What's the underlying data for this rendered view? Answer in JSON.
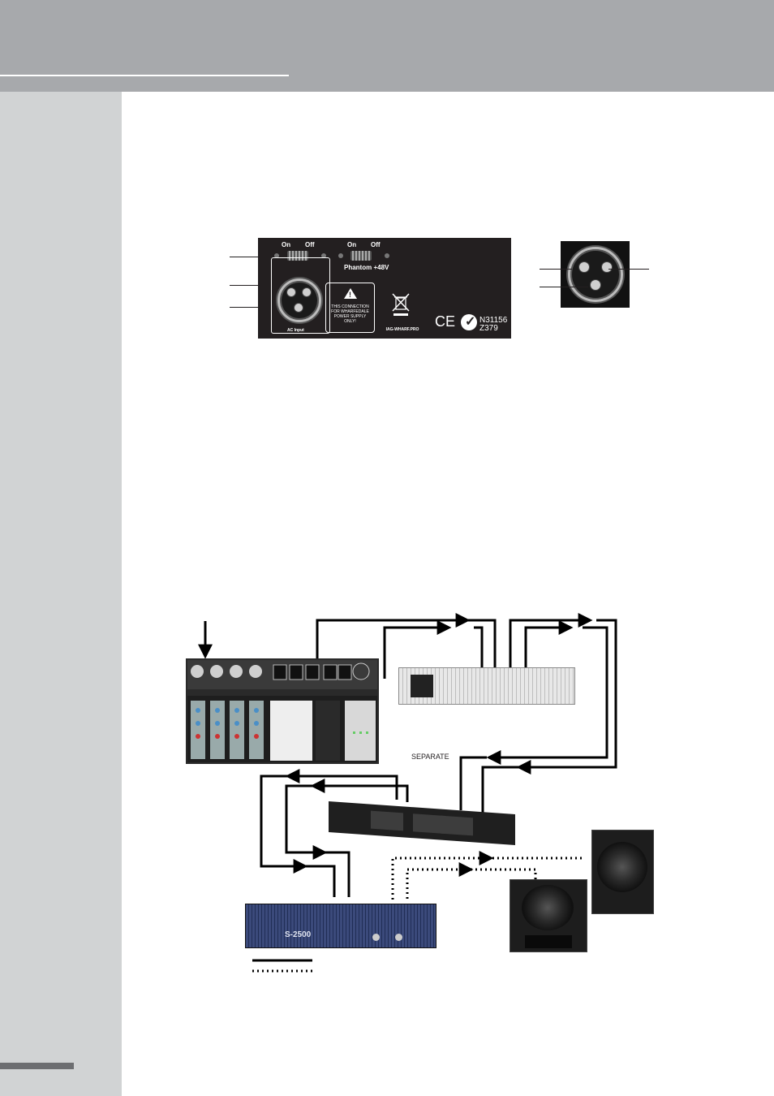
{
  "rear_panel": {
    "switch1_on": "On",
    "switch1_off": "Off",
    "switch2_on": "On",
    "switch2_off": "Off",
    "phantom_label": "Phantom +48V",
    "ac_input_label": "AC Input",
    "warning_text": "THIS CONNECTION FOR WHARFEDALE POWER SUPPLY ONLY!",
    "brand_text": "IAG-WHARF.PRO",
    "ce_mark": "CE",
    "cert_line1": "N31156",
    "cert_line2": "Z379"
  },
  "diagram": {
    "separate_label": "SEPARATE",
    "amp_model": "S-2500"
  },
  "colors": {
    "header_band": "#a7a9ac",
    "side_strip": "#d1d3d4",
    "panel": "#231f20"
  }
}
